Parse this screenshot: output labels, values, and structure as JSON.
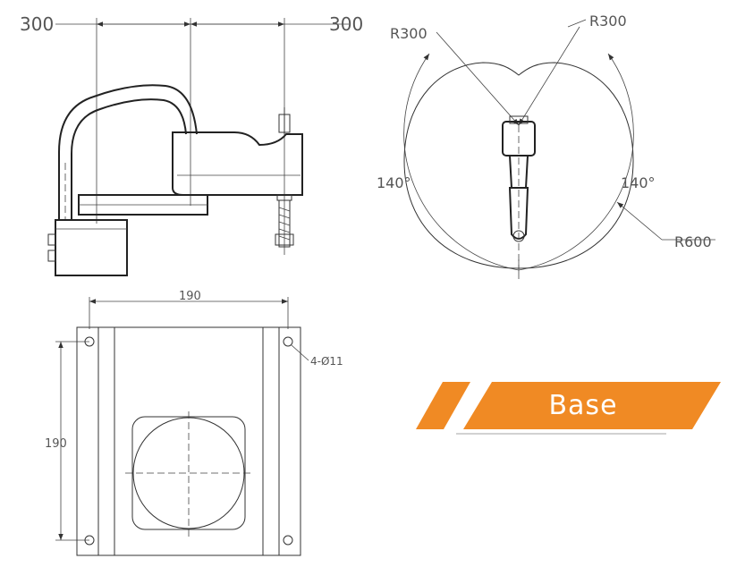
{
  "side_view": {
    "dim_left": "300",
    "dim_right": "300"
  },
  "top_view": {
    "radius_left": "R300",
    "radius_right": "R300",
    "angle_left": "140°",
    "angle_right": "140°",
    "radius_outer": "R600"
  },
  "base_view": {
    "width_dim": "190",
    "height_dim": "190",
    "hole_spec": "4-Ø11"
  },
  "badge": {
    "label": "Base",
    "color": "#f08a24"
  }
}
